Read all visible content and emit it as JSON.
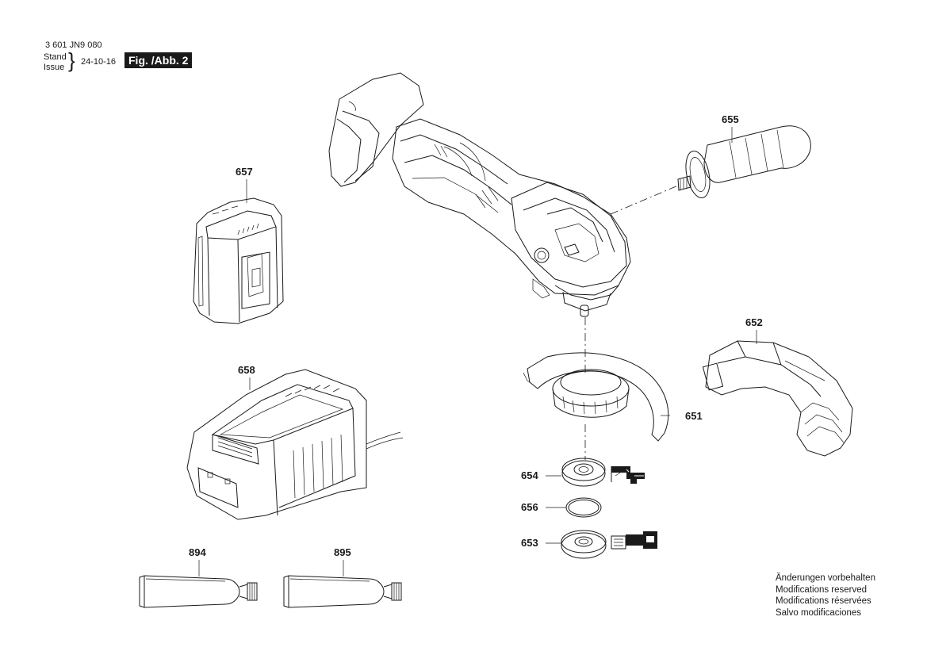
{
  "header": {
    "doc_number": "3 601 JN9 080",
    "stand_label": "Stand",
    "issue_label": "Issue",
    "date": "24-10-16",
    "figure_label": "Fig. /Abb. 2"
  },
  "parts": [
    {
      "id": "655",
      "name": "auxiliary-handle"
    },
    {
      "id": "657",
      "name": "battery-pack"
    },
    {
      "id": "652",
      "name": "cutting-guard"
    },
    {
      "id": "658",
      "name": "charger"
    },
    {
      "id": "651",
      "name": "protection-guard"
    },
    {
      "id": "654",
      "name": "mounting-flange"
    },
    {
      "id": "656",
      "name": "o-ring"
    },
    {
      "id": "653",
      "name": "clamping-nut"
    },
    {
      "id": "894",
      "name": "grease-tube"
    },
    {
      "id": "895",
      "name": "grease-tube"
    }
  ],
  "footer_notes": [
    "Änderungen vorbehalten",
    "Modifications reserved",
    "Modifications réservées",
    "Salvo modificaciones"
  ]
}
